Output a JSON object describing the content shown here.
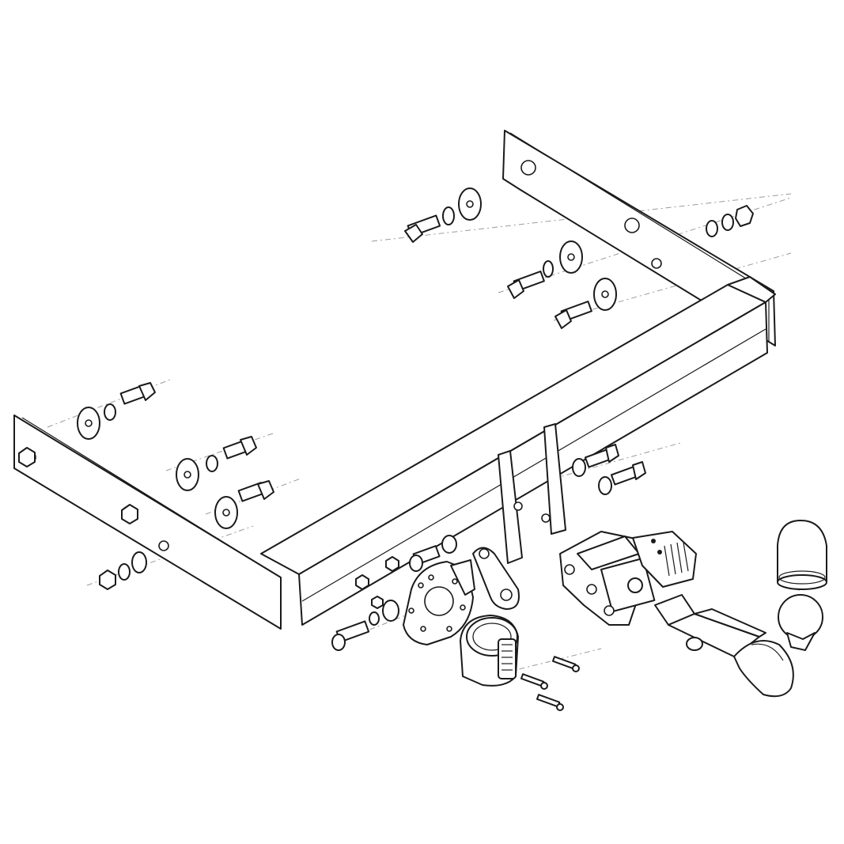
{
  "diagram": {
    "colors": {
      "line": "#1a1a1a",
      "background": "#ffffff",
      "axis": "#9a9a9a"
    },
    "components": [
      "crossbar",
      "left-side-bracket",
      "right-side-bracket",
      "bolt-set",
      "socket-plate",
      "electrical-socket",
      "receiver-mount",
      "detachable-tow-ball",
      "tow-ball-cap"
    ]
  }
}
